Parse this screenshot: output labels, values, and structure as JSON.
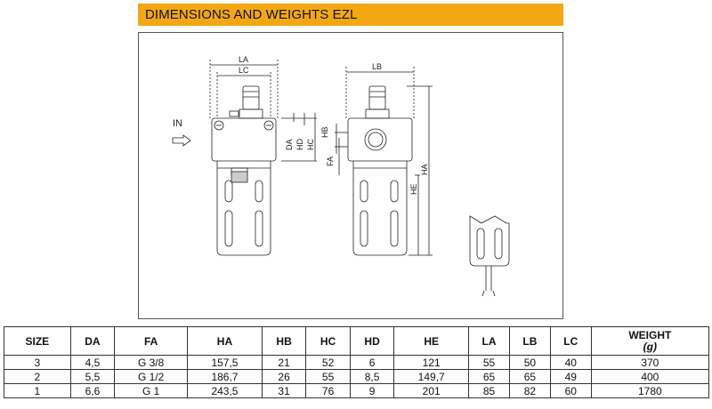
{
  "header": {
    "title": "DIMENSIONS AND WEIGHTS EZL"
  },
  "drawing": {
    "inlet_label": "IN",
    "dims": {
      "LA": "LA",
      "LC": "LC",
      "LB": "LB",
      "DA": "DA",
      "HD": "HD",
      "HC": "HC",
      "HB": "HB",
      "FA": "FA",
      "HE": "HE",
      "HA": "HA"
    }
  },
  "table": {
    "headers": [
      "SIZE",
      "DA",
      "FA",
      "HA",
      "HB",
      "HC",
      "HD",
      "HE",
      "LA",
      "LB",
      "LC"
    ],
    "weight_header": "WEIGHT",
    "weight_unit": "(g)",
    "rows": [
      [
        "3",
        "4,5",
        "G 3/8",
        "157,5",
        "21",
        "52",
        "6",
        "121",
        "55",
        "50",
        "40",
        "370"
      ],
      [
        "2",
        "5,5",
        "G 1/2",
        "186,7",
        "26",
        "55",
        "8,5",
        "149,7",
        "65",
        "65",
        "49",
        "400"
      ],
      [
        "1",
        "6,6",
        "G 1",
        "243,5",
        "31",
        "76",
        "9",
        "201",
        "85",
        "82",
        "60",
        "1780"
      ]
    ]
  }
}
